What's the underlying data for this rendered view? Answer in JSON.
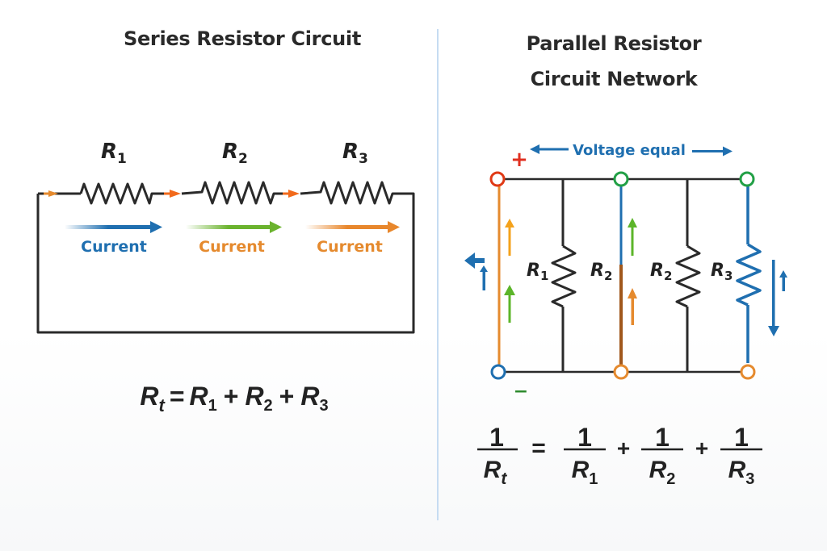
{
  "series": {
    "title": "Series Resistor Circuit",
    "resistors": [
      {
        "label": "R",
        "sub": "1"
      },
      {
        "label": "R",
        "sub": "2"
      },
      {
        "label": "R",
        "sub": "3"
      }
    ],
    "current_labels": [
      {
        "text": "Current",
        "color": "#1f6fb0"
      },
      {
        "text": "Current",
        "color": "#e58a2e"
      },
      {
        "text": "Current",
        "color": "#e58a2e"
      }
    ],
    "current_arrow_colors": [
      "#1f6fb0",
      "#6bb32e",
      "#e8872c"
    ],
    "formula": {
      "lhs": "R",
      "lhs_sub": "t",
      "eq": "=",
      "terms": [
        {
          "label": "R",
          "sub": "1"
        },
        {
          "label": "R",
          "sub": "2"
        },
        {
          "label": "R",
          "sub": "3"
        }
      ],
      "op": "+"
    }
  },
  "parallel": {
    "title_line1": "Parallel Resistor",
    "title_line2": "Circuit Network",
    "voltage_label": "Voltage equal",
    "plus_sign": "+",
    "minus_sign": "−",
    "resistor_labels": [
      {
        "label": "R",
        "sub": "1"
      },
      {
        "label": "R",
        "sub": "2"
      },
      {
        "label": "R",
        "sub": "2"
      },
      {
        "label": "R",
        "sub": "3"
      }
    ],
    "formula": {
      "lhs_num": "1",
      "lhs_den": "R",
      "lhs_den_sub": "t",
      "eq": "=",
      "op": "+",
      "terms": [
        {
          "num": "1",
          "den": "R",
          "sub": "1"
        },
        {
          "num": "1",
          "den": "R",
          "sub": "2"
        },
        {
          "num": "1",
          "den": "R",
          "sub": "3"
        }
      ]
    }
  },
  "colors": {
    "wire": "#2a2a2a",
    "blue": "#1f6fb0",
    "orange": "#e58a2e",
    "green": "#5cb52a",
    "red": "#e03020",
    "divider": "#c6dcf2"
  }
}
